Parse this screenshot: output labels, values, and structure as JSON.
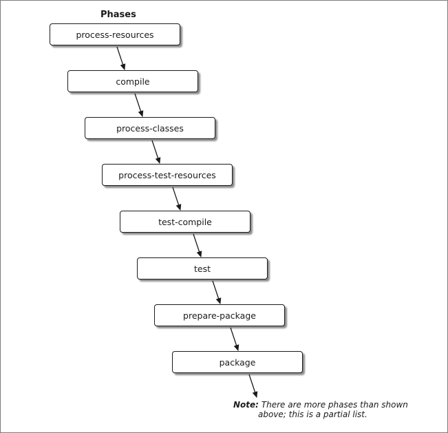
{
  "diagram": {
    "title": "Phases",
    "phases": [
      "process-resources",
      "compile",
      "process-classes",
      "process-test-resources",
      "test-compile",
      "test",
      "prepare-package",
      "package"
    ],
    "note": {
      "label": "Note:",
      "line1": "There are more phases than shown",
      "line2": "above; this is a partial list."
    }
  }
}
